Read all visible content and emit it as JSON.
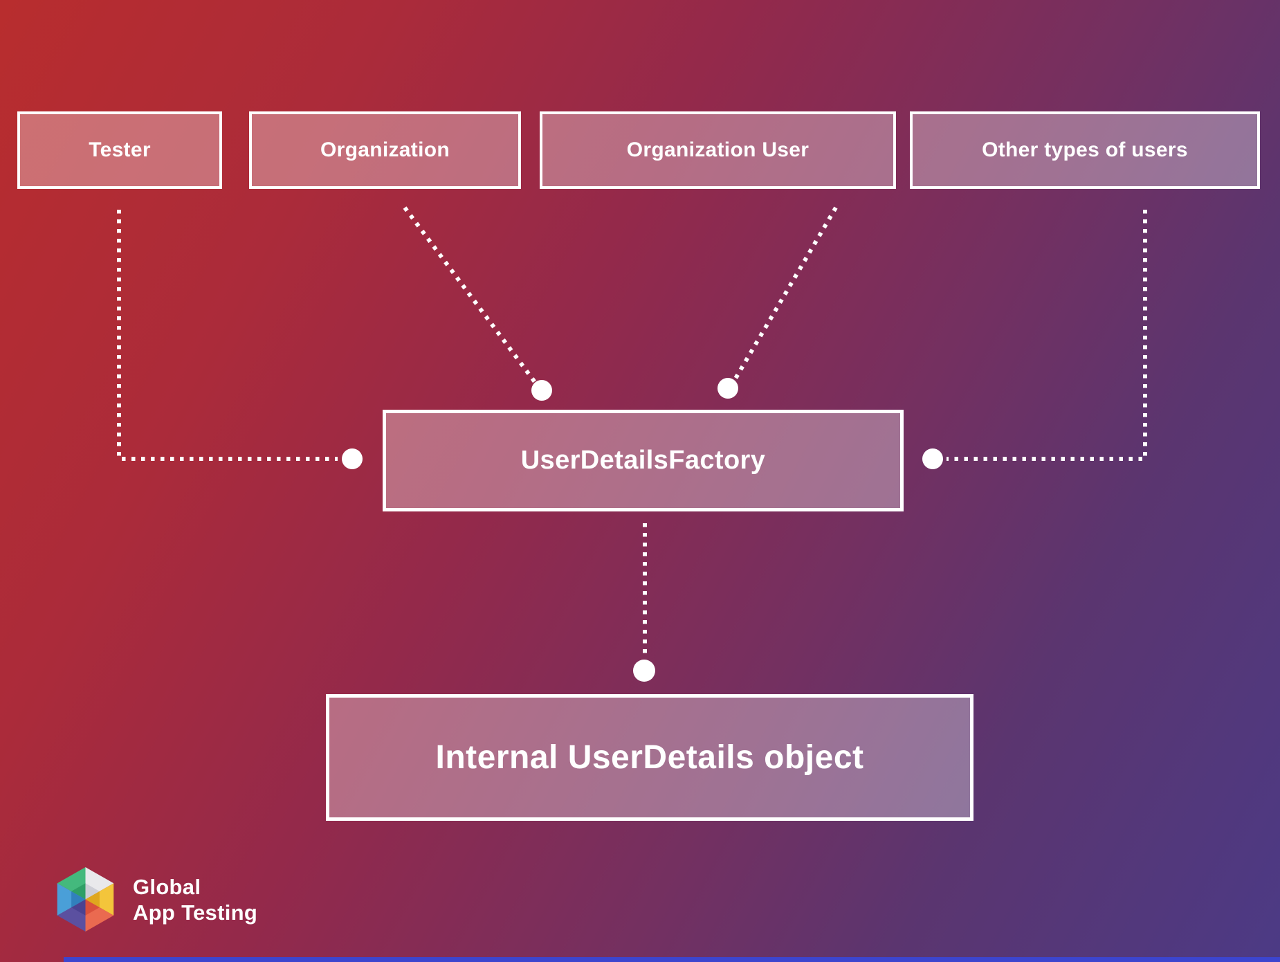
{
  "diagram": {
    "nodes": {
      "sources": [
        {
          "id": "tester",
          "label": "Tester"
        },
        {
          "id": "organization",
          "label": "Organization"
        },
        {
          "id": "organization_user",
          "label": "Organization User"
        },
        {
          "id": "other_users",
          "label": "Other types of users"
        }
      ],
      "factory": {
        "label": "UserDetailsFactory"
      },
      "output": {
        "label": "Internal UserDetails object"
      }
    },
    "connector_style": {
      "color": "#ffffff",
      "type": "dotted",
      "endpoint": "filled-circle"
    }
  },
  "background": {
    "gradient_start": "#b82d2e",
    "gradient_end": "#4c3a85",
    "accent_bar_color": "#3c45cf"
  },
  "logo": {
    "line1": "Global",
    "line2": "App Testing",
    "hexagon_colors": {
      "green": "#44b97d",
      "white": "#e9e9ec",
      "yellow": "#f3c53b",
      "orange": "#ea6a50",
      "purple": "#5b50a0",
      "blue": "#4a9fd8"
    }
  }
}
